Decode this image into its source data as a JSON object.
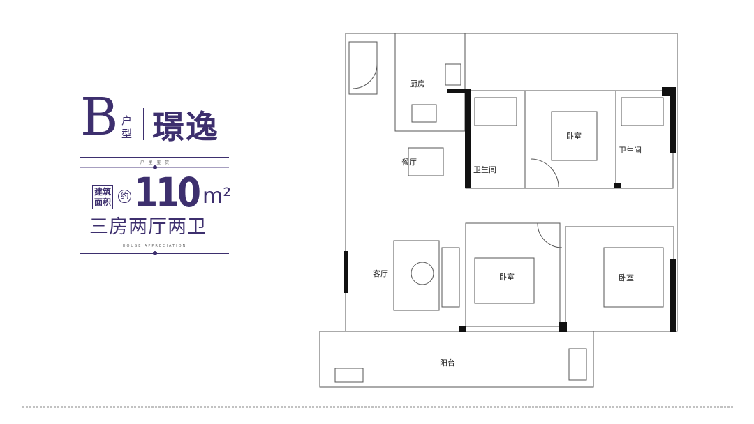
{
  "header": {
    "unit_letter": "B",
    "unit_type_label": [
      "户",
      "型"
    ],
    "name": "璟逸",
    "subheading": "户 · 型 · 鉴 · 赏",
    "area_label": [
      "建筑",
      "面积"
    ],
    "approx_label": "约",
    "area_value": "110",
    "area_unit": "m²",
    "layout": "三房两厅两卫",
    "tagline": "HOUSE APPRECIATION"
  },
  "rooms": {
    "kitchen": "厨房",
    "dining": "餐厅",
    "bath1": "卫生间",
    "bedroom1": "卧室",
    "bath2": "卫生间",
    "living": "客厅",
    "bedroom2": "卧室",
    "bedroom3": "卧室",
    "balcony": "阳台"
  },
  "colors": {
    "brand": "#3d2f6e",
    "wall": "#111111",
    "line": "#555555"
  }
}
